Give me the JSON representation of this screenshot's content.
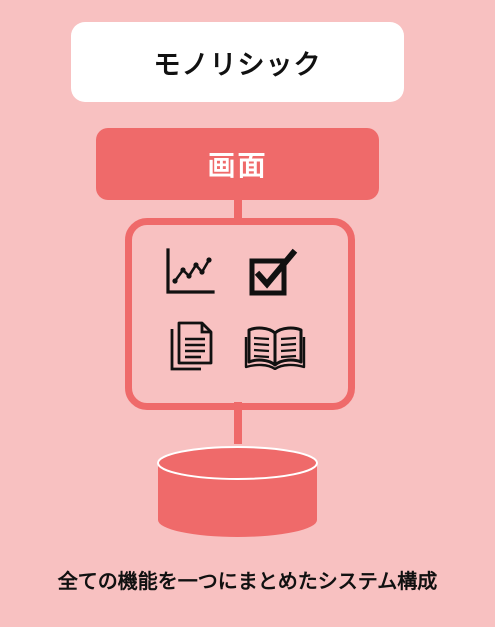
{
  "title": "モノリシック",
  "screen_label": "画面",
  "icons": [
    "line-chart-icon",
    "checkbox-icon",
    "document-icon",
    "open-book-icon"
  ],
  "caption": "全ての機能を一つにまとめたシステム構成",
  "colors": {
    "background": "#f8c1c1",
    "accent": "#ef6a6a",
    "title_box": "#ffffff",
    "text": "#111111"
  }
}
